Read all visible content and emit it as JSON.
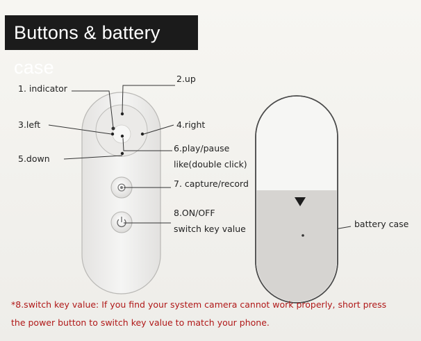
{
  "title": "Buttons & battery case",
  "labels": {
    "indicator": "1. indicator",
    "up": "2.up",
    "left": "3.left",
    "right": "4.right",
    "down": "5.down",
    "play_pause": "6.play/pause",
    "like": "like(double click)",
    "capture": "7. capture/record",
    "onoff": "8.ON/OFF",
    "switch_key": "switch key value",
    "battery_case": "battery case"
  },
  "note": {
    "line1": "*8.switch key value: If you find your system camera cannot work properly, short press",
    "line2": "the power button to switch key value to match your phone."
  },
  "colors": {
    "title_bg": "#1b1b1b",
    "note_text": "#b01818",
    "battery_fill": "#d6d4d1"
  },
  "icons": [
    "capture-icon",
    "power-icon",
    "down-arrow-icon"
  ]
}
